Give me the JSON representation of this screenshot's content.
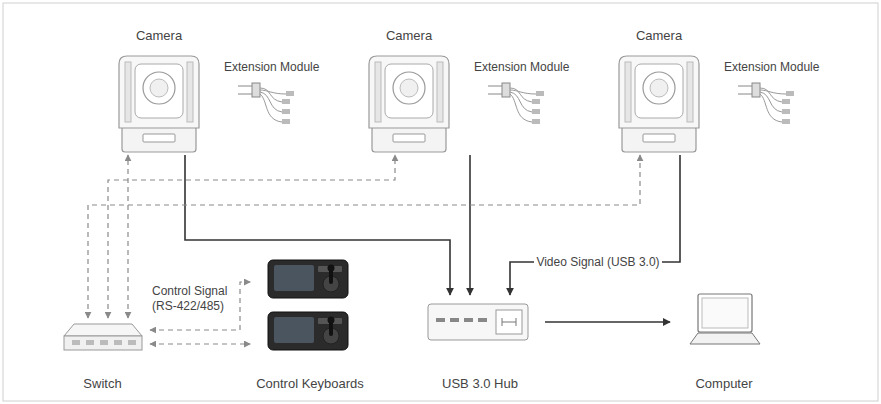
{
  "diagram": {
    "nodes": [
      {
        "text": [
          "Camera"
        ]
      },
      {
        "text": [
          "Camera"
        ]
      },
      {
        "text": [
          "Camera"
        ]
      },
      {
        "text": [
          "Switch"
        ]
      },
      {
        "text": [
          "Control Keyboards"
        ]
      },
      {
        "text": [
          "USB 3.0 Hub"
        ]
      },
      {
        "text": [
          "Computer"
        ]
      }
    ],
    "edges": [
      {
        "from": 0,
        "to": 5,
        "arrow": "to"
      },
      {
        "from": 1,
        "to": 5,
        "arrow": "to"
      },
      {
        "from": 2,
        "to": 5,
        "arrow": "to",
        "label": "Video Signal (USB 3.0)"
      },
      {
        "from": 5,
        "to": 6,
        "arrow": "to"
      },
      {
        "from": 3,
        "to": 0,
        "arrow": "both"
      },
      {
        "from": 3,
        "to": 1,
        "arrow": "both"
      },
      {
        "from": 3,
        "to": 2,
        "arrow": "both"
      },
      {
        "from": 3,
        "to": 4,
        "arrow": "both",
        "label": "Control Signal (RS-422/485)"
      },
      {
        "from": 3,
        "to": 4,
        "arrow": "both"
      }
    ],
    "labels": [
      "Extension Module",
      "Extension Module",
      "Extension Module"
    ]
  }
}
